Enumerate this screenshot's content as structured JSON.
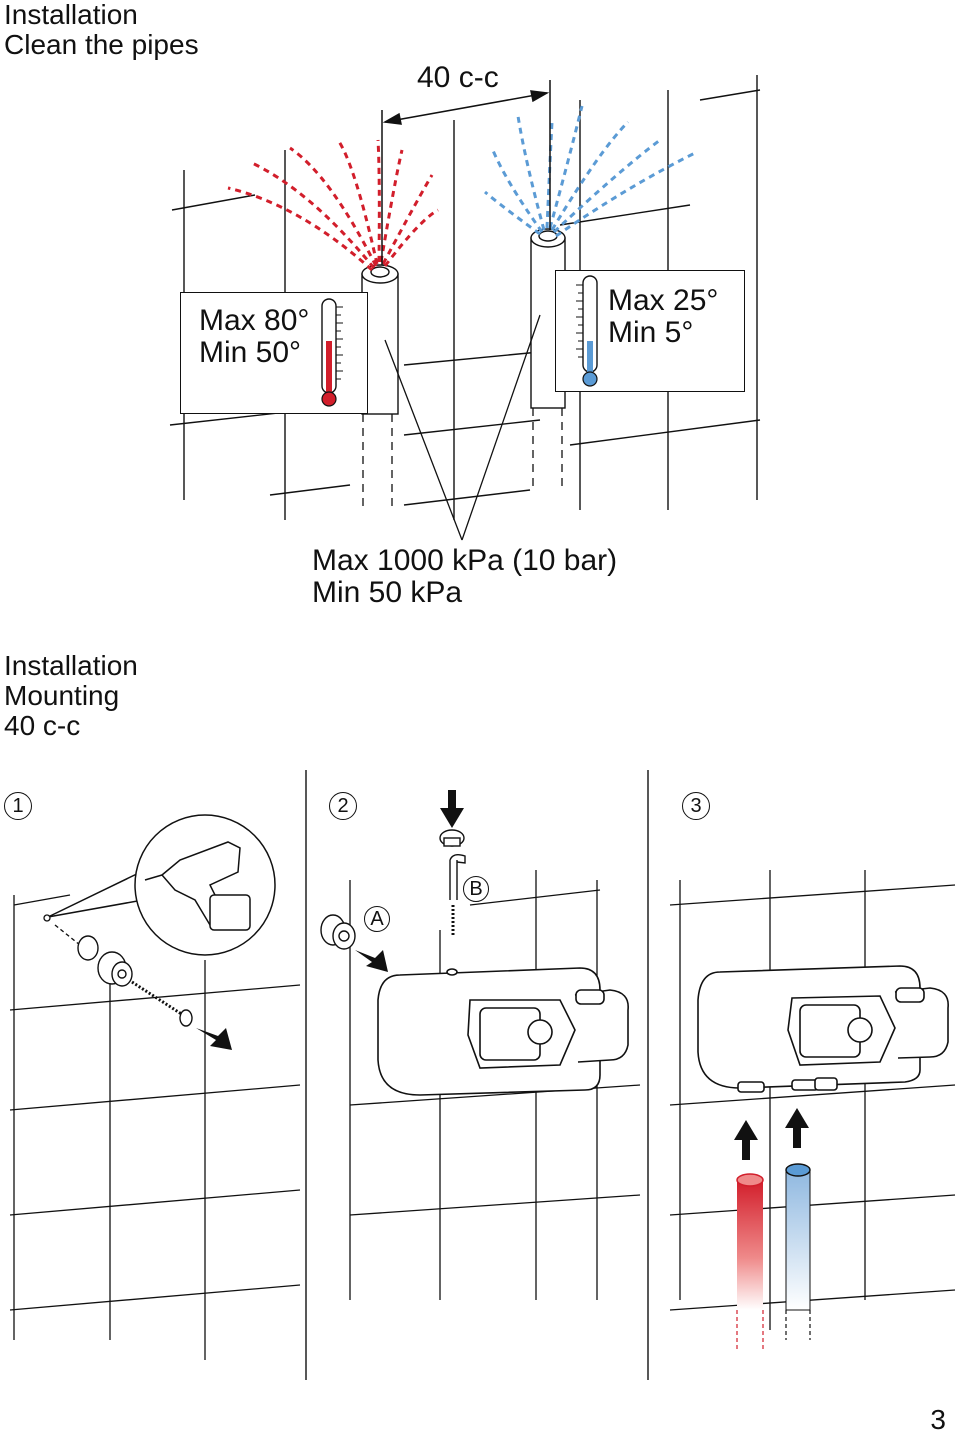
{
  "section1": {
    "title": "Installation",
    "subtitle": "Clean the pipes"
  },
  "spacing_label": "40 c-c",
  "hot_box": {
    "max": "Max 80°",
    "min": "Min 50°"
  },
  "cold_box": {
    "max": "Max 25°",
    "min": "Min 5°"
  },
  "pressure": {
    "max": "Max 1000 kPa (10 bar)",
    "min": "Min 50 kPa"
  },
  "section2": {
    "title": "Installation",
    "subtitle": "Mounting",
    "spacing": "40 c-c"
  },
  "steps": [
    "1",
    "2",
    "3"
  ],
  "callouts": {
    "a": "A",
    "b": "B"
  },
  "page_number": "3",
  "colors": {
    "hot": "#d21e2b",
    "cold": "#5b9bd5",
    "line": "#111111"
  }
}
